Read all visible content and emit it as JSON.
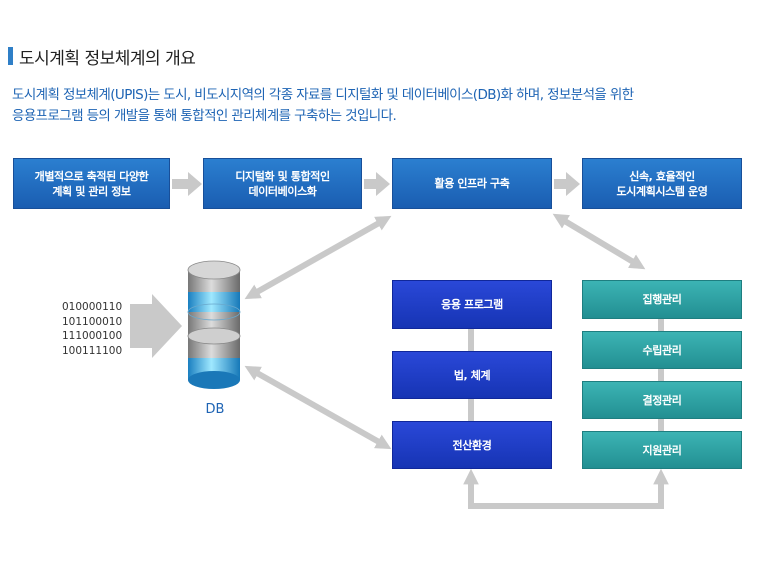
{
  "header": {
    "title": "도시계획 정보체계의 개요"
  },
  "intro": {
    "line1": "도시계획 정보체계(UPIS)는 도시, 비도시지역의 각종 자료를 디지털화 및 데이터베이스(DB)화 하며, 정보분석을 위한",
    "line2": "응용프로그램 등의 개발을 통해 통합적인 관리체계를 구축하는 것입니다."
  },
  "flow": {
    "step1": {
      "line1": "개별적으로 축적된 다양한",
      "line2": "계획 및 관리 정보"
    },
    "step2": {
      "line1": "디지털화 및 통합적인",
      "line2": "데이터베이스화"
    },
    "step3": {
      "label": "활용 인프라 구축"
    },
    "step4": {
      "line1": "신속, 효율적인",
      "line2": "도시계획시스템 운영"
    }
  },
  "binary": [
    "010000110",
    "101100010",
    "111000100",
    "100111100"
  ],
  "db": {
    "label": "DB"
  },
  "infra": [
    "응용 프로그램",
    "법, 체계",
    "전산환경"
  ],
  "management": [
    "집행관리",
    "수립관리",
    "결정관리",
    "지원관리"
  ],
  "colors": {
    "flow_box": "#1f6cc0",
    "infra_box": "#1f3fc6",
    "management_box": "#2ea2a4",
    "connector": "#c9c9c9",
    "intro_text": "#1e64b4"
  }
}
